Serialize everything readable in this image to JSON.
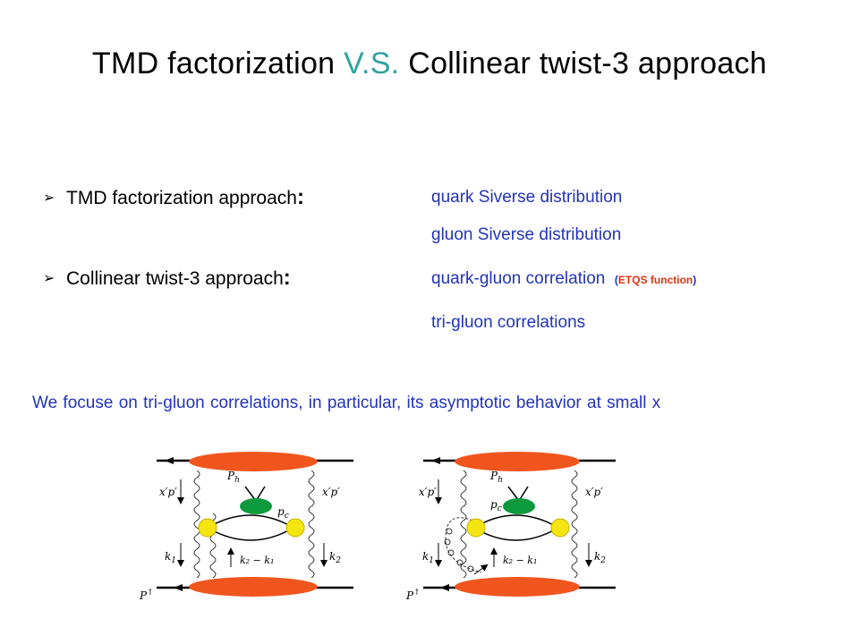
{
  "title": {
    "part1": "TMD factorization",
    "vs": "V.S.",
    "part2": "Collinear twist-3 approach"
  },
  "bullets": [
    {
      "arrow": "➢",
      "label": "TMD factorization approach",
      "colon": ":",
      "items": [
        "quark Siverse distribution",
        "gluon Siverse distribution"
      ]
    },
    {
      "arrow": "➢",
      "label": "Collinear twist-3 approach",
      "colon": ":",
      "items": [
        "quark-gluon correlation",
        "tri-gluon correlations"
      ],
      "note_open": "(",
      "note": "ETQS function",
      "note_close": ")"
    }
  ],
  "focus_text": "We focuse on tri-gluon correlations,  in particular, its asymptotic behavior at small x",
  "diagram_labels": {
    "xp": "x′p′",
    "ph": "P",
    "ph_sub": "h",
    "pc": "p",
    "pc_sub": "c",
    "k1": "k",
    "k1_sub": "1",
    "k2": "k",
    "k2_sub": "2",
    "k2mk1": "k₂ − k₁",
    "pup": "P",
    "pup_sup": "↑"
  },
  "colors": {
    "blob_orange": "#f0551e",
    "vertex_yellow": "#f4e410",
    "vertex_green": "#0d9a3c",
    "vs_teal": "#2fa3a0",
    "text_blue": "#2233bb",
    "etqs_red": "#dd3311"
  }
}
